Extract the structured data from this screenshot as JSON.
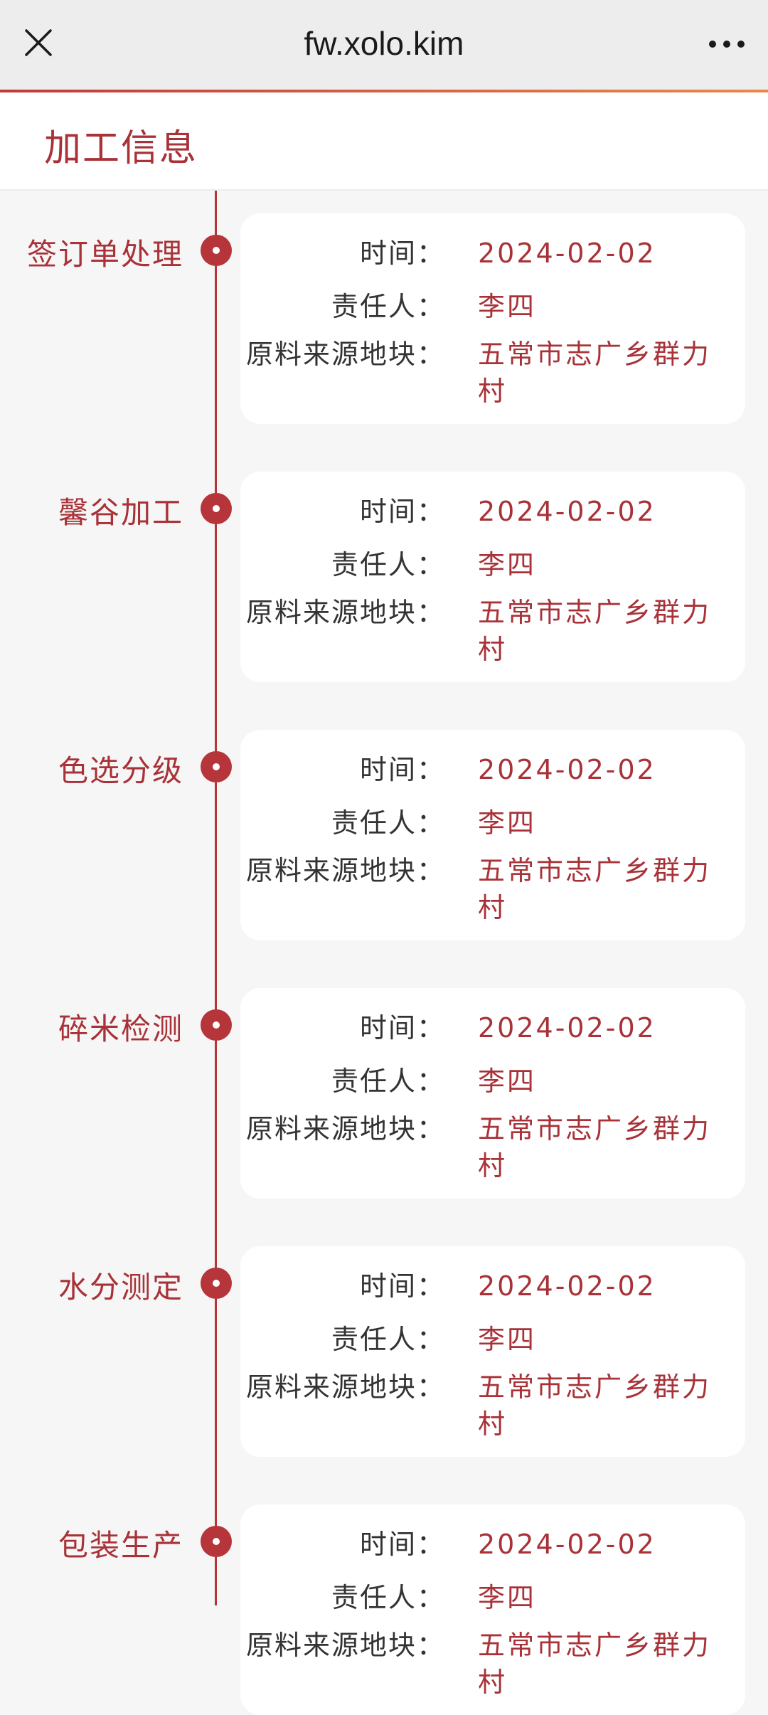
{
  "browser": {
    "url_title": "fw.xolo.kim",
    "close_icon": "close-icon",
    "more_icon": "more-horizontal-icon"
  },
  "header": {
    "title": "加工信息"
  },
  "fields": {
    "time_label": "时间：",
    "person_label": "责任人：",
    "source_label": "原料来源地块："
  },
  "steps": [
    {
      "label": "签订单处理",
      "time": "2024-02-02",
      "person": "李四",
      "source": "五常市志广乡群力村"
    },
    {
      "label": "馨谷加工",
      "time": "2024-02-02",
      "person": "李四",
      "source": "五常市志广乡群力村"
    },
    {
      "label": "色选分级",
      "time": "2024-02-02",
      "person": "李四",
      "source": "五常市志广乡群力村"
    },
    {
      "label": "碎米检测",
      "time": "2024-02-02",
      "person": "李四",
      "source": "五常市志广乡群力村"
    },
    {
      "label": "水分测定",
      "time": "2024-02-02",
      "person": "李四",
      "source": "五常市志广乡群力村"
    },
    {
      "label": "包装生产",
      "time": "2024-02-02",
      "person": "李四",
      "source": "五常市志广乡群力村"
    }
  ],
  "colors": {
    "accent": "#a83238",
    "timeline": "#b5353a",
    "background": "#f6f6f6"
  }
}
